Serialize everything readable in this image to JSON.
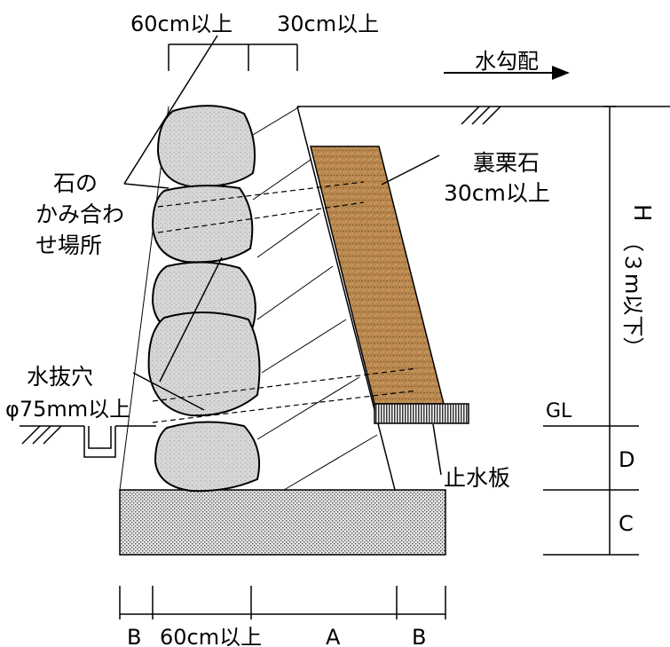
{
  "labels": {
    "top_stone_width": "60cm以上",
    "top_backfill_width": "30cm以上",
    "water_slope": "水勾配",
    "stone_joint_line1": "石の",
    "stone_joint_line2": "かみ合わ",
    "stone_joint_line3": "せ場所",
    "backfill_line1": "裏栗石",
    "backfill_line2": "30cm以上",
    "height_H": "H",
    "height_note": "（３m以下）",
    "weep_hole_line1": "水抜穴",
    "weep_hole_line2": "φ75mm以上",
    "gl": "GL",
    "dim_D": "D",
    "dim_C": "C",
    "cutoff_plate": "止水板",
    "bottom_B_left": "B",
    "bottom_stone_width": "60cm以上",
    "bottom_A": "A",
    "bottom_B_right": "B"
  },
  "colors": {
    "backfill": "#b8874f",
    "stone": "#d4d4d4",
    "foundation": "#9a9a9a"
  }
}
